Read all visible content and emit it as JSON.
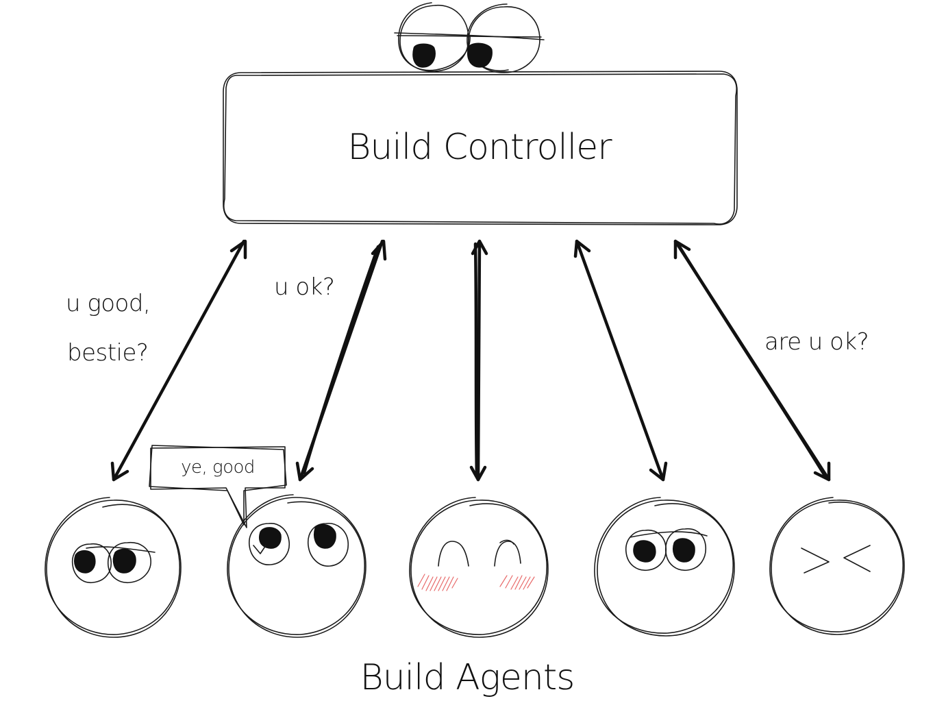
{
  "controller": {
    "label": "Build Controller"
  },
  "agents_label": "Build Agents",
  "messages": {
    "left_line1": "u good,",
    "left_line2": "bestie?",
    "middle_left": "u ok?",
    "right": "are u ok?",
    "reply_bubble": "ye, good"
  },
  "agents": [
    {
      "face": "wide-eyes-icon"
    },
    {
      "face": "wide-eyes-talking-icon"
    },
    {
      "face": "happy-blush-icon"
    },
    {
      "face": "wide-eyes-icon"
    },
    {
      "face": "squint-icon"
    }
  ],
  "colors": {
    "ink": "#111111",
    "blush": "#e86a6a"
  }
}
